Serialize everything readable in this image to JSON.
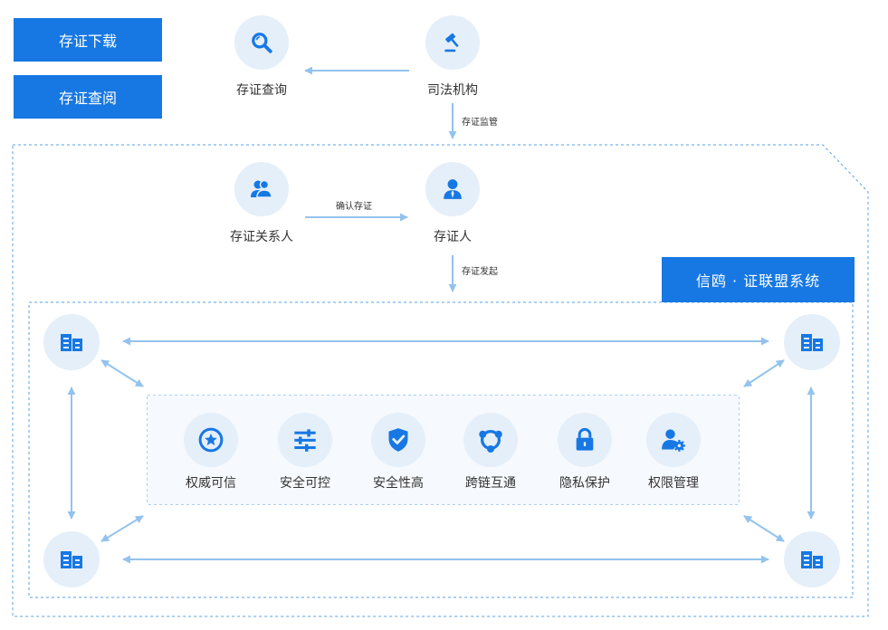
{
  "buttons": {
    "download": "存证下载",
    "query": "存证查阅"
  },
  "top": {
    "search_node": "存证查询",
    "judicial_node": "司法机构",
    "supervise_label": "存证监管"
  },
  "middle": {
    "related_party": "存证关系人",
    "depositor": "存证人",
    "confirm_label": "确认存证",
    "initiate_label": "存证发起"
  },
  "alliance": {
    "title": "信鸥 · 证联盟系统"
  },
  "features": [
    {
      "label": "权威可信",
      "icon": "star-badge-icon"
    },
    {
      "label": "安全可控",
      "icon": "sliders-icon"
    },
    {
      "label": "安全性高",
      "icon": "shield-check-icon"
    },
    {
      "label": "跨链互通",
      "icon": "cross-chain-icon"
    },
    {
      "label": "隐私保护",
      "icon": "lock-icon"
    },
    {
      "label": "权限管理",
      "icon": "user-gear-icon"
    }
  ],
  "colors": {
    "primary": "#1778e4",
    "node_bg": "#e5eff9",
    "arrow": "#93c3ee",
    "dashed": "#5aa2e6"
  }
}
